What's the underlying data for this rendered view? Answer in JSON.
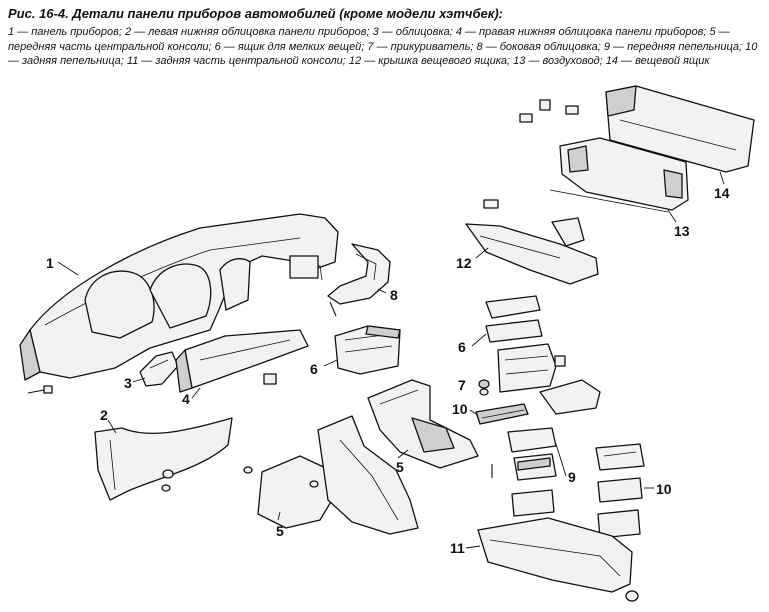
{
  "caption": {
    "title": "Рис. 16-4. Детали панели приборов автомобилей (кроме модели хэтчбек):",
    "items": [
      "1 — панель приборов;",
      "2 — левая нижняя облицовка панели приборов;",
      "3 — облицовка;",
      "4 — правая нижняя облицовка панели приборов;",
      "5 — передняя часть центральной консоли;",
      "6 — ящик для мелких вещей;",
      "7 — прикуриватель;",
      "8 — боковая облицовка;",
      "9 — передняя пепельница;",
      "10 — задняя пепельница;",
      "11 — задняя часть центральной консоли;",
      "12 — крышка вещевого ящика;",
      "13 — воздуховод;",
      "14 — вещевой ящик"
    ]
  },
  "callouts": [
    {
      "id": "c1",
      "text": "1"
    },
    {
      "id": "c2",
      "text": "2"
    },
    {
      "id": "c3",
      "text": "3"
    },
    {
      "id": "c4",
      "text": "4"
    },
    {
      "id": "c5a",
      "text": "5"
    },
    {
      "id": "c5b",
      "text": "5"
    },
    {
      "id": "c6",
      "text": "6"
    },
    {
      "id": "c6b",
      "text": "6"
    },
    {
      "id": "c7",
      "text": "7"
    },
    {
      "id": "c8",
      "text": "8"
    },
    {
      "id": "c9",
      "text": "9"
    },
    {
      "id": "c10a",
      "text": "10"
    },
    {
      "id": "c10b",
      "text": "10"
    },
    {
      "id": "c11",
      "text": "11"
    },
    {
      "id": "c12",
      "text": "12"
    },
    {
      "id": "c13",
      "text": "13"
    },
    {
      "id": "c14",
      "text": "14"
    }
  ]
}
